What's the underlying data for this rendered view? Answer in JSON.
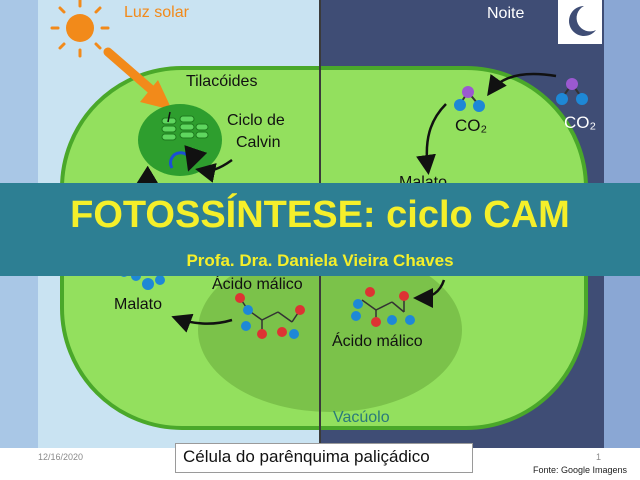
{
  "day_label": "Luz solar",
  "night_label": "Noite",
  "labels": {
    "thylakoids": "Tilacóides",
    "calvin_line1": "Ciclo de",
    "calvin_line2": "Calvin",
    "co2_outside": "CO₂",
    "co2_cell": "CO₂",
    "malate_night": "Malato",
    "malic_acid_day": "Ácido málico",
    "malate_day": "Malato",
    "malic_acid_night": "Ácido málico",
    "vacuole": "Vacúolo"
  },
  "title": "FOTOSSÍNTESE: ciclo CAM",
  "author": "Profa. Dra. Daniela Vieira Chaves",
  "caption": "Célula do parênquima paliçádico",
  "date": "12/16/2020",
  "page_number": "1",
  "source": "Fonte: Google Imagens",
  "colors": {
    "day_background": "#c9e3f2",
    "night_background": "#3f4d75",
    "cell_fill": "#93e05e",
    "cell_border": "#4aa82a",
    "vacuole_fill": "#7bc24a",
    "chloroplast": "#2e9e2e",
    "banner": "#2d7f93",
    "title_text": "#f5ef2a",
    "sun": "#f28a1a"
  }
}
